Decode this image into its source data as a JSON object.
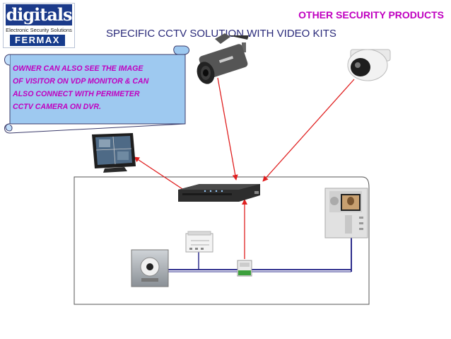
{
  "logo": {
    "brand": "digitals",
    "tagline": "Electronic Security Solutions",
    "partner": "FERMAX"
  },
  "header": {
    "category": "OTHER SECURITY  PRODUCTS",
    "subtitle": "SPECIFIC CCTV SOLUTION WITH VIDEO KITS"
  },
  "note": {
    "lines": [
      "OWNER CAN ALSO SEE  THE IMAGE",
      "OF VISITOR ON VDP MONITOR & CAN",
      "ALSO CONNECT WITH PERIMETER",
      "CCTV  CAMERA ON DVR."
    ]
  },
  "colors": {
    "accent_magenta": "#c000c0",
    "title_navy": "#2a2a7a",
    "scroll_fill": "#9ec9f0",
    "link_red": "#e02020",
    "bus_blue": "#2c2c8c",
    "brand_blue": "#1b3a8a"
  },
  "devices": [
    {
      "name": "bullet-camera-icon"
    },
    {
      "name": "dome-camera-icon"
    },
    {
      "name": "cctv-monitor-icon"
    },
    {
      "name": "dvr-icon"
    },
    {
      "name": "vdp-monitor-icon"
    },
    {
      "name": "power-supply-icon"
    },
    {
      "name": "distributor-icon"
    },
    {
      "name": "door-panel-icon"
    }
  ]
}
